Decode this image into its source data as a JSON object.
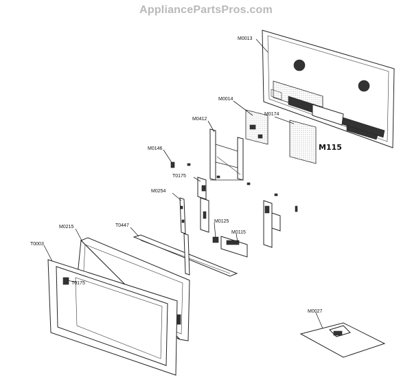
{
  "watermark": "AppliancePartsPros.com",
  "labels": {
    "m0013": "M0013",
    "m0014": "M0014",
    "m0174": "M0174",
    "m0412": "M0412",
    "m0146": "M0146",
    "t0175_top": "T0175",
    "m0254": "M0254",
    "m0215": "M0215",
    "t0447": "T0447",
    "m0125": "M0125",
    "m0115": "M0115",
    "t0003": "T0003",
    "t0175_bottom": "T0175",
    "m0027": "M0027",
    "handwritten": "M115"
  }
}
